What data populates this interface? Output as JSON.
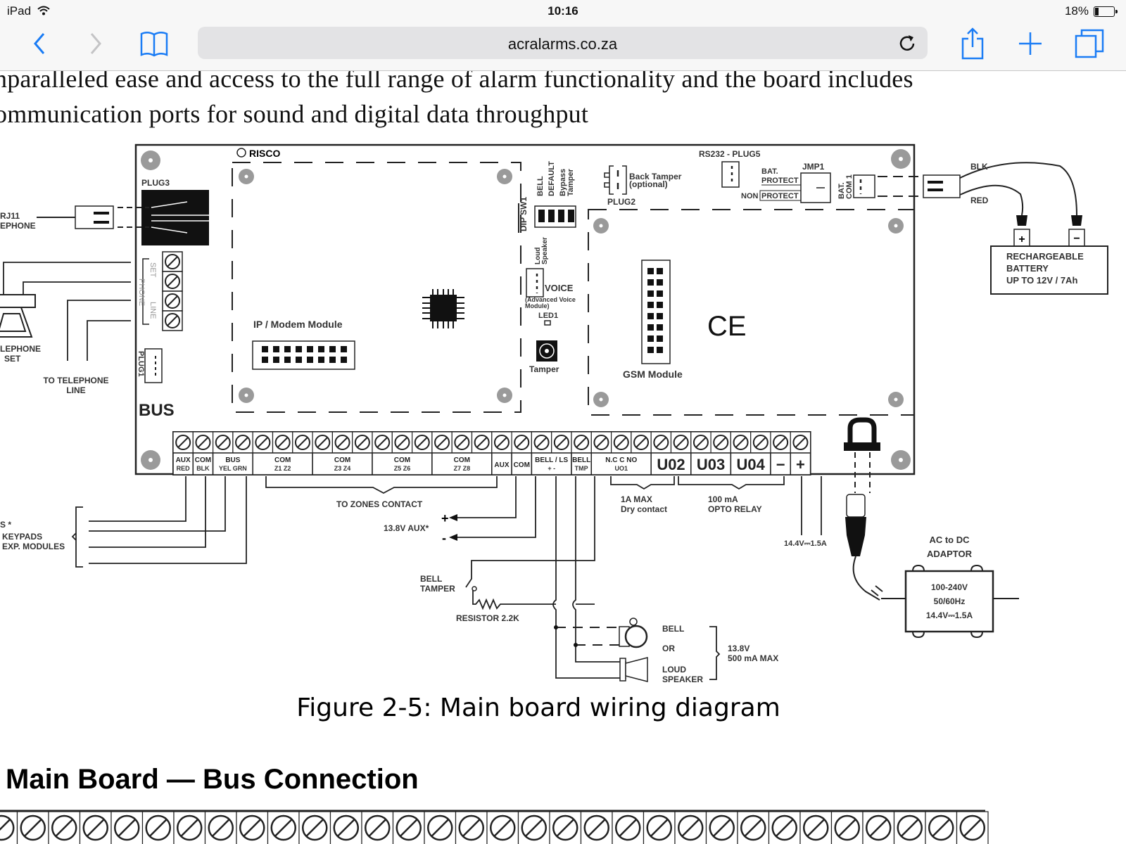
{
  "status_bar": {
    "device": "iPad",
    "time": "10:16",
    "battery": "18%"
  },
  "browser": {
    "url": "acralarms.co.za",
    "icons": {
      "back": "chevron-left-icon",
      "forward": "chevron-right-icon",
      "bookmarks": "book-icon",
      "reload": "reload-icon",
      "share": "share-icon",
      "new_tab": "plus-icon",
      "tabs": "tabs-icon"
    }
  },
  "page": {
    "paragraph_lines": [
      "nparalleled ease and access to the full range of alarm functionality and the board includes",
      "ommunication ports for sound and digital data throughput"
    ],
    "figure_caption": "Figure 2-5: Main board wiring diagram",
    "section_title": "Main Board — Bus Connection"
  },
  "diagram": {
    "brand": "RISCO",
    "plug3": "PLUG3",
    "rj11": [
      "RJ11",
      "EPHONE"
    ],
    "telephone_set": [
      "LEPHONE",
      "SET"
    ],
    "to_telephone_line": [
      "TO TELEPHONE",
      "LINE"
    ],
    "phone_terminals": [
      "SET",
      "PHONE",
      "LINE"
    ],
    "plug1": "PLUG1",
    "bus": "BUS",
    "ip_modem": "IP / Modem Module",
    "dip_sw1": "DIP SW1",
    "dip_labels": [
      "BELL",
      "DEFAULT",
      "Bypass",
      "Tamper"
    ],
    "loud_speaker": [
      "Loud",
      "Speaker"
    ],
    "voice": "VOICE",
    "voice_note": [
      "(Advanced Voice",
      "Module)"
    ],
    "led1": "LED1",
    "tamper": "Tamper",
    "back_tamper": [
      "Back Tamper",
      "(optional)"
    ],
    "plug2": "PLUG2",
    "rs232": "RS232 - PLUG5",
    "jmp1": "JMP1",
    "bat_protect": [
      "BAT.",
      "PROTECT"
    ],
    "non_protect": [
      "NON",
      "PROTECT"
    ],
    "bat_com1": [
      "BAT.",
      "COM 1"
    ],
    "gsm": "GSM Module",
    "ce": "CE",
    "blk": "BLK",
    "red": "RED",
    "battery": [
      "RECHARGEABLE",
      "BATTERY",
      "UP TO 12V / 7Ah"
    ],
    "terminal_groups": [
      {
        "top": "AUX",
        "bottom": "RED"
      },
      {
        "top": "COM",
        "bottom": "BLK"
      },
      {
        "top": "BUS",
        "bottom": "YEL   GRN"
      },
      {
        "top": "COM",
        "bottom": "Z1              Z2"
      },
      {
        "top": "COM",
        "bottom": "Z3              Z4"
      },
      {
        "top": "COM",
        "bottom": "Z5              Z6"
      },
      {
        "top": "COM",
        "bottom": "Z7              Z8"
      },
      {
        "top": "AUX",
        "bottom": ""
      },
      {
        "top": "COM",
        "bottom": ""
      },
      {
        "top": "BELL / LS",
        "bottom": "+        -"
      },
      {
        "top": "BELL",
        "bottom": "TMP"
      },
      {
        "top": "N.C   C   NO",
        "bottom": "UO1"
      },
      {
        "top": "U02",
        "bottom": ""
      },
      {
        "top": "U03",
        "bottom": ""
      },
      {
        "top": "U04",
        "bottom": ""
      },
      {
        "top": "−",
        "bottom": ""
      },
      {
        "top": "+",
        "bottom": ""
      }
    ],
    "keypads": [
      "S *",
      "KEYPADS",
      "EXP. MODULES"
    ],
    "to_zones": "TO ZONES CONTACT",
    "aux_13_8": "13.8V AUX*",
    "bell_tamper": [
      "BELL",
      "TAMPER"
    ],
    "resistor": "RESISTOR 2.2K",
    "max_1a": [
      "1A MAX",
      "Dry contact"
    ],
    "opto": [
      "100 mA",
      "OPTO RELAY"
    ],
    "dc_rating": "14.4V⎓1.5A",
    "adaptor_title": [
      "AC to DC",
      "ADAPTOR"
    ],
    "adaptor_specs": [
      "100-240V",
      "50/60Hz",
      "14.4V⎓1.5A"
    ],
    "bell": "BELL",
    "or": "OR",
    "loud_speaker_out": [
      "LOUD",
      "SPEAKER"
    ],
    "bell_rating": [
      "13.8V",
      "500 mA MAX"
    ]
  }
}
